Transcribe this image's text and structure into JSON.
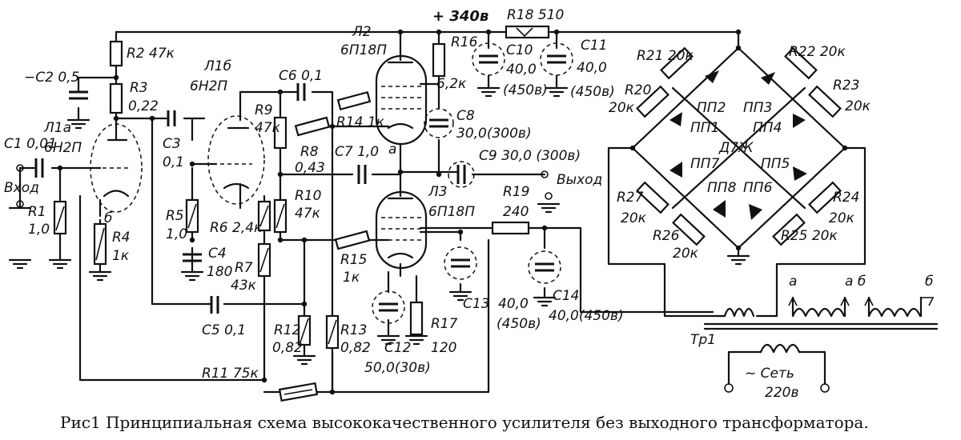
{
  "labels": {
    "supply": "+ 340в",
    "R18": "R18 510",
    "L2_name": "Л2",
    "L2_type": "6П18П",
    "L3_name": "Л3",
    "L3_type": "6П18П",
    "L1a_name": "Л1а",
    "L1a_type": "6Н2П",
    "L1b_name": "Л1б",
    "L1b_type": "6Н2П",
    "R2": "R2 47к",
    "C2": "−C2 0,5",
    "R3": "R3",
    "R3_val": "0,22",
    "C1": "C1 0,01",
    "input": "Вход",
    "R1": "R1",
    "R1_val": "1,0",
    "R4": "R4",
    "R4_val": "1к",
    "C3": "C3",
    "C3_val": "0,1",
    "R5": "R5",
    "R5_val": "1,0",
    "C4": "C4",
    "C4_val": "180",
    "R6": "R6 2,4к",
    "R7": "R7",
    "R7_val": "43к",
    "R9": "R9",
    "R9_val": "47к",
    "C6": "C6 0,1",
    "R8": "R8",
    "R8_val": "0,43",
    "R10": "R10",
    "R10_val": "47к",
    "R14": "R14 1к",
    "C7": "C7 1,0",
    "R16": "R16",
    "R16_val": "6,2к",
    "C10": "C10",
    "C10_val": "40,0",
    "C10_v": "(450в)",
    "C11": "C11",
    "C11_val": "40,0",
    "C11_v": "(450в)",
    "C8": "C8",
    "C8_val": "30,0(300в)",
    "C9": "C9 30,0 (300в)",
    "output": "Выход",
    "R15": "R15",
    "R15_val": "1к",
    "R19": "R19",
    "R19_val": "240",
    "C13": "C13",
    "C14": "C14",
    "C14_val": "40,0",
    "C14_v": "(450в)",
    "C14_full": "40,0(450в)",
    "R17": "R17",
    "R17_val": "120",
    "C12": "C12",
    "C12_val": "50,0(30в)",
    "C5": "C5 0,1",
    "R11": "R11 75к",
    "R12": "R12",
    "R12_val": "0,82",
    "R13": "R13",
    "R13_val": "0,82",
    "R21": "R21 20к",
    "R22": "R22 20к",
    "R20": "R20",
    "R20_val": "20к",
    "R23": "R23",
    "R23_val": "20к",
    "R27": "R27",
    "R27_val": "20к",
    "R24": "R24",
    "R24_val": "20к",
    "R26": "R26",
    "R26_val": "20к",
    "R25": "R25 20к",
    "D7Zh": "Д7Ж",
    "PP1": "ПП1",
    "PP2": "ПП2",
    "PP3": "ПП3",
    "PP4": "ПП4",
    "PP5": "ПП5",
    "PP6": "ПП6",
    "PP7": "ПП7",
    "PP8": "ПП8",
    "Tr1": "Тр1",
    "wind_a": "а",
    "wind_ab": "а б",
    "wind_b": "б",
    "mains": "~ Сеть",
    "mains_v": "220в",
    "pin_a": "а",
    "pin_b": "б"
  },
  "caption": "Рис1  Принципиальная схема высококачественного усилителя без выходного трансформатора."
}
